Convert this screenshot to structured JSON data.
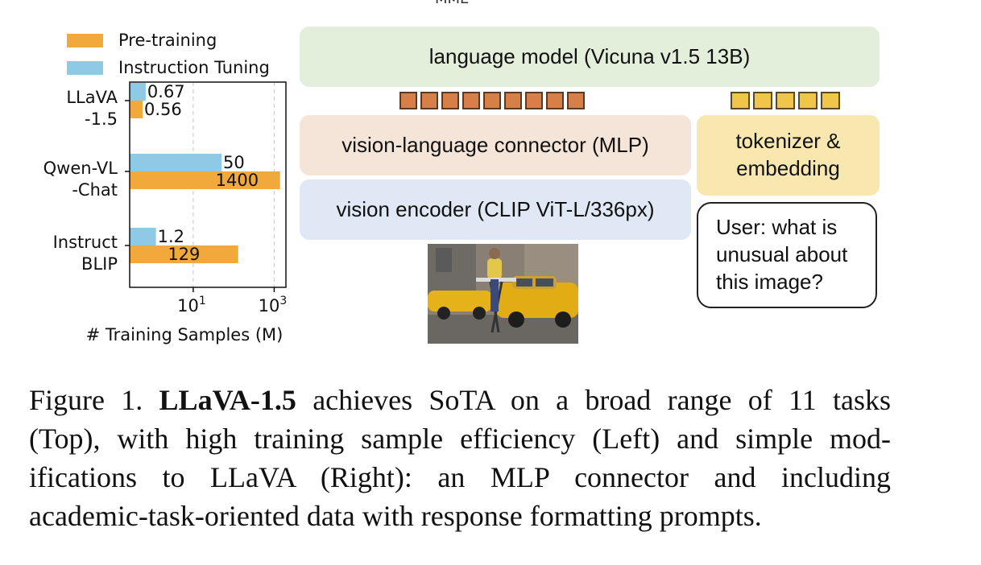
{
  "header_fragment": "MME",
  "chart_data": {
    "type": "bar",
    "orientation": "horizontal",
    "x_scale": "log",
    "xlabel": "# Training Samples (M)",
    "xticks": [
      {
        "base": "10",
        "exp": "1",
        "value": 10
      },
      {
        "base": "10",
        "exp": "3",
        "value": 1000
      }
    ],
    "grid": "vertical dashed",
    "legend_placement": "top-left",
    "legend": [
      {
        "name": "Pre-training",
        "color": "#f2a93b"
      },
      {
        "name": "Instruction Tuning",
        "color": "#8ecae6"
      }
    ],
    "categories": [
      {
        "line1": "LLaVA",
        "line2": "-1.5"
      },
      {
        "line1": "Qwen-VL",
        "line2": "-Chat"
      },
      {
        "line1": "Instruct",
        "line2": "BLIP"
      }
    ],
    "series": [
      {
        "name": "Instruction Tuning",
        "values": [
          0.67,
          50,
          1.2
        ],
        "labels": [
          "0.67",
          "50",
          "1.2"
        ]
      },
      {
        "name": "Pre-training",
        "values": [
          0.56,
          1400,
          129
        ],
        "labels": [
          "0.56",
          "1400",
          "129"
        ]
      }
    ]
  },
  "diagram": {
    "language_model": "language model (Vicuna v1.5 13B)",
    "connector": "vision-language connector (MLP)",
    "encoder": "vision encoder (CLIP ViT-L/336px)",
    "tokenizer_line1": "tokenizer &",
    "tokenizer_line2": "embedding",
    "user_line1": "User: what is",
    "user_line2": "unusual about",
    "user_line3": "this image?",
    "visual_tokens": 9,
    "text_tokens": 5,
    "colors": {
      "lm": "#e3eedb",
      "connector": "#f5e4d8",
      "encoder": "#dfe8f4",
      "tokenizer": "#f8e8b0"
    }
  },
  "caption": {
    "figure_label": "Figure 1.",
    "bold_name": "LLaVA-1.5",
    "line1_rest": "achieves SoTA on a broad range of 11 tasks",
    "line2": "(Top), with high training sample efficiency (Left) and simple mod-",
    "line3": "ifications to LLaVA (Right):  an MLP connector and including",
    "line4": "academic-task-oriented data with response formatting prompts."
  }
}
